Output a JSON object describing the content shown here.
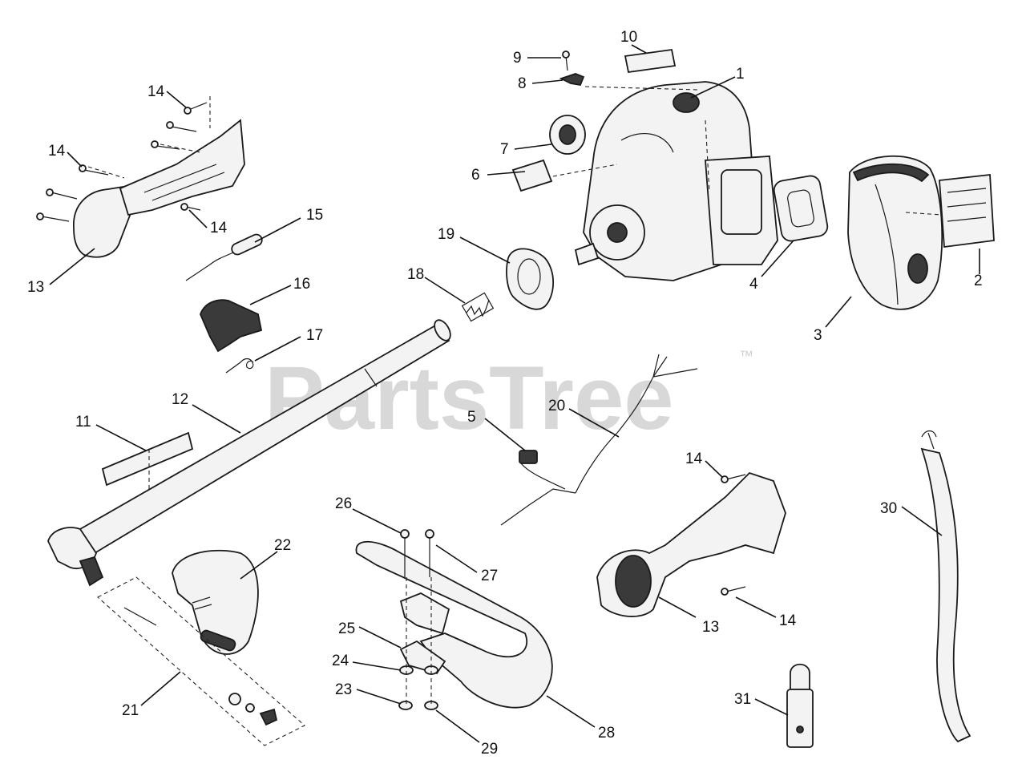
{
  "watermark": {
    "text": "PartsTree",
    "tm": "™"
  },
  "callouts": [
    {
      "id": "c1",
      "label": "1"
    },
    {
      "id": "c2",
      "label": "2"
    },
    {
      "id": "c3",
      "label": "3"
    },
    {
      "id": "c4",
      "label": "4"
    },
    {
      "id": "c5",
      "label": "5"
    },
    {
      "id": "c6",
      "label": "6"
    },
    {
      "id": "c7",
      "label": "7"
    },
    {
      "id": "c8",
      "label": "8"
    },
    {
      "id": "c9",
      "label": "9"
    },
    {
      "id": "c10",
      "label": "10"
    },
    {
      "id": "c11",
      "label": "11"
    },
    {
      "id": "c12",
      "label": "12"
    },
    {
      "id": "c13a",
      "label": "13"
    },
    {
      "id": "c13b",
      "label": "13"
    },
    {
      "id": "c14a",
      "label": "14"
    },
    {
      "id": "c14b",
      "label": "14"
    },
    {
      "id": "c14c",
      "label": "14"
    },
    {
      "id": "c14d",
      "label": "14"
    },
    {
      "id": "c14e",
      "label": "14"
    },
    {
      "id": "c15",
      "label": "15"
    },
    {
      "id": "c16",
      "label": "16"
    },
    {
      "id": "c17",
      "label": "17"
    },
    {
      "id": "c18",
      "label": "18"
    },
    {
      "id": "c19",
      "label": "19"
    },
    {
      "id": "c20",
      "label": "20"
    },
    {
      "id": "c21",
      "label": "21"
    },
    {
      "id": "c22",
      "label": "22"
    },
    {
      "id": "c23",
      "label": "23"
    },
    {
      "id": "c24",
      "label": "24"
    },
    {
      "id": "c25",
      "label": "25"
    },
    {
      "id": "c26",
      "label": "26"
    },
    {
      "id": "c27",
      "label": "27"
    },
    {
      "id": "c28",
      "label": "28"
    },
    {
      "id": "c29",
      "label": "29"
    },
    {
      "id": "c30",
      "label": "30"
    },
    {
      "id": "c31",
      "label": "31"
    }
  ]
}
